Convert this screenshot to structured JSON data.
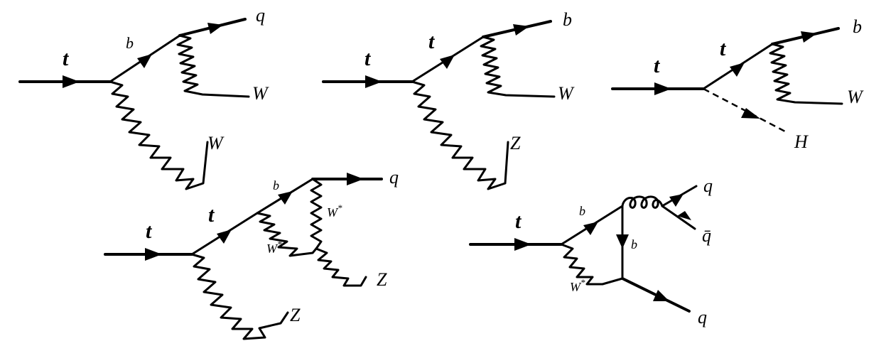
{
  "diagrams": [
    {
      "name": "diagram-t-to-bW-to-qWW",
      "labels": {
        "t": "t",
        "b": "b",
        "q": "q",
        "w1": "W",
        "w2": "W"
      }
    },
    {
      "name": "diagram-t-to-tZ-to-bWZ",
      "labels": {
        "t1": "t",
        "t2": "t",
        "b": "b",
        "w": "W",
        "z": "Z"
      }
    },
    {
      "name": "diagram-t-to-tH-to-bWH",
      "labels": {
        "t1": "t",
        "t2": "t",
        "b": "b",
        "w": "W",
        "h": "H"
      }
    },
    {
      "name": "diagram-t-to-qZZ-loop",
      "labels": {
        "t1": "t",
        "t2": "t",
        "b": "b",
        "q": "q",
        "wstar1": "W",
        "wstar2": "W",
        "star": "*",
        "z1": "Z",
        "z2": "Z"
      }
    },
    {
      "name": "diagram-t-to-qqq-gluon",
      "labels": {
        "t": "t",
        "b1": "b",
        "b2": "b",
        "wstar": "W",
        "star": "*",
        "q1": "q",
        "qbar": "q̄",
        "q2": "q"
      }
    }
  ]
}
